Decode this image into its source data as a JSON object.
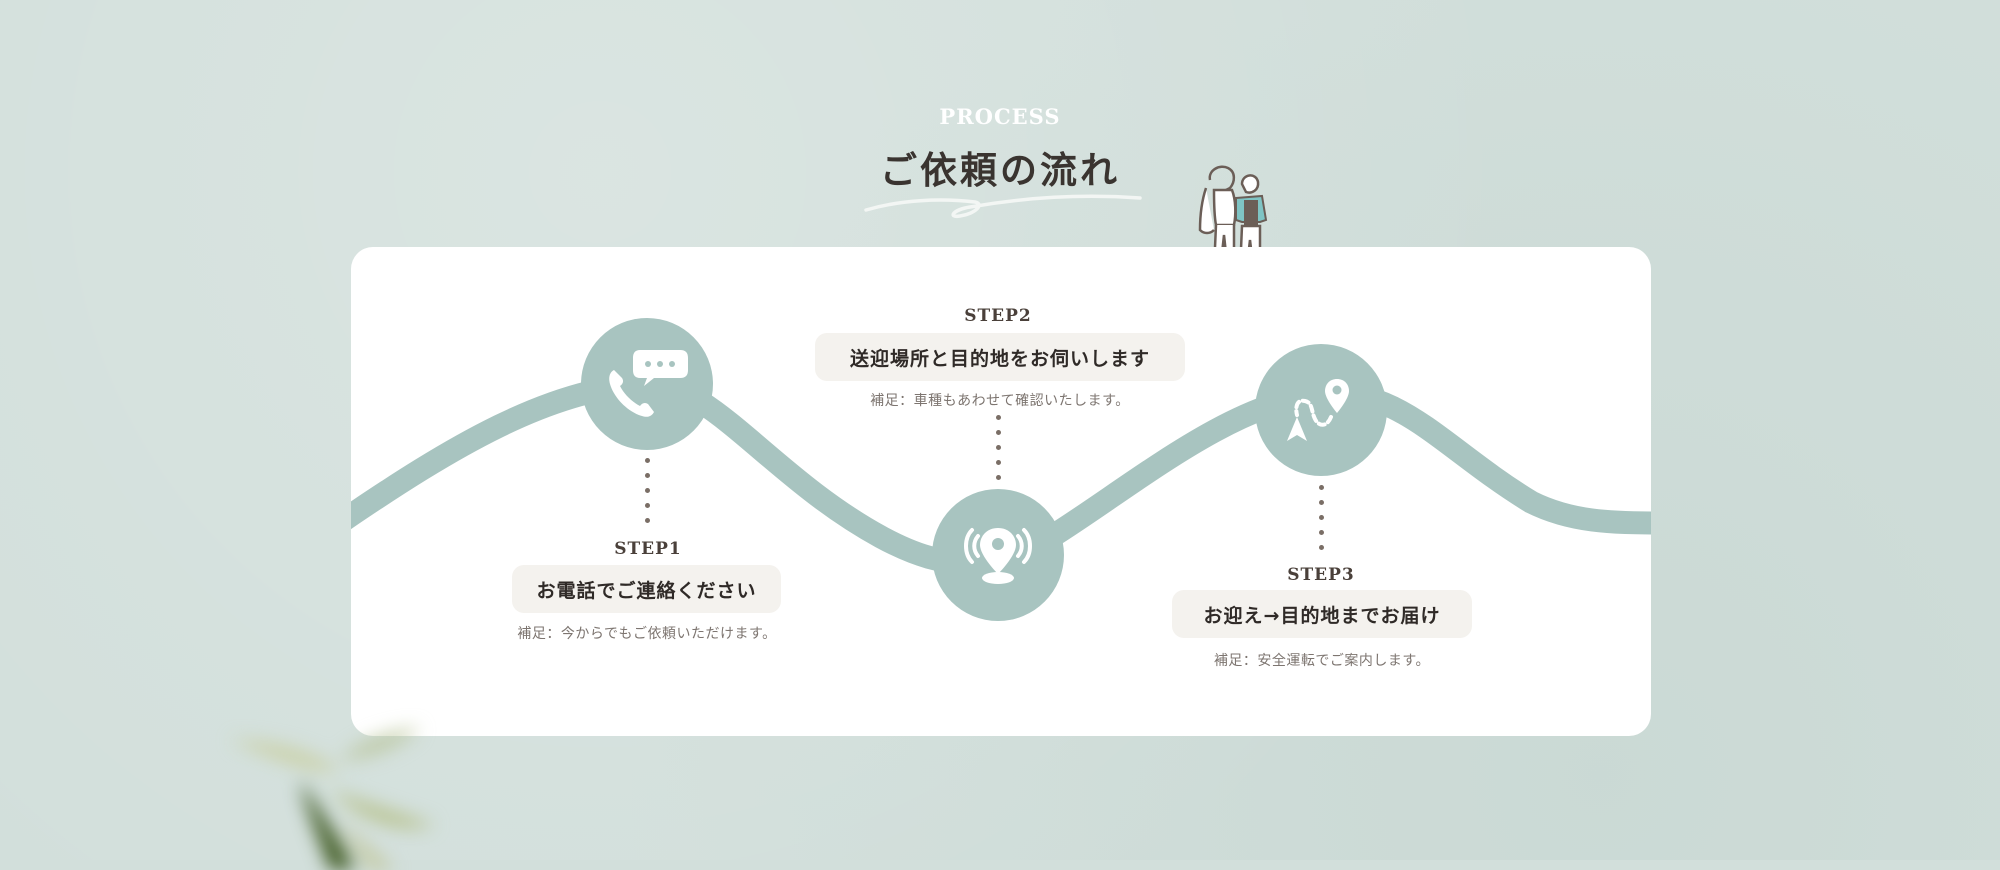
{
  "header": {
    "eyebrow": "PROCESS",
    "title": "ご依頼の流れ"
  },
  "colors": {
    "background": "#d2dfdb",
    "card": "#ffffff",
    "accent": "#a8c4c0",
    "pill": "#f4f2ee",
    "text_dark": "#2f2a27",
    "text_muted": "#7d7570",
    "dots": "#7a6e66"
  },
  "steps": [
    {
      "label": "STEP1",
      "title": "お電話でご連絡ください",
      "note": "補足：今からでもご依頼いただけます。",
      "icon": "phone-chat-icon"
    },
    {
      "label": "STEP2",
      "title": "送迎場所と目的地をお伺いします",
      "note": "補足：車種もあわせて確認いたします。",
      "icon": "location-signal-icon"
    },
    {
      "label": "STEP3",
      "title": "お迎え→目的地までお届け",
      "note": "補足：安全運転でご案内します。",
      "icon": "route-map-icon"
    }
  ]
}
